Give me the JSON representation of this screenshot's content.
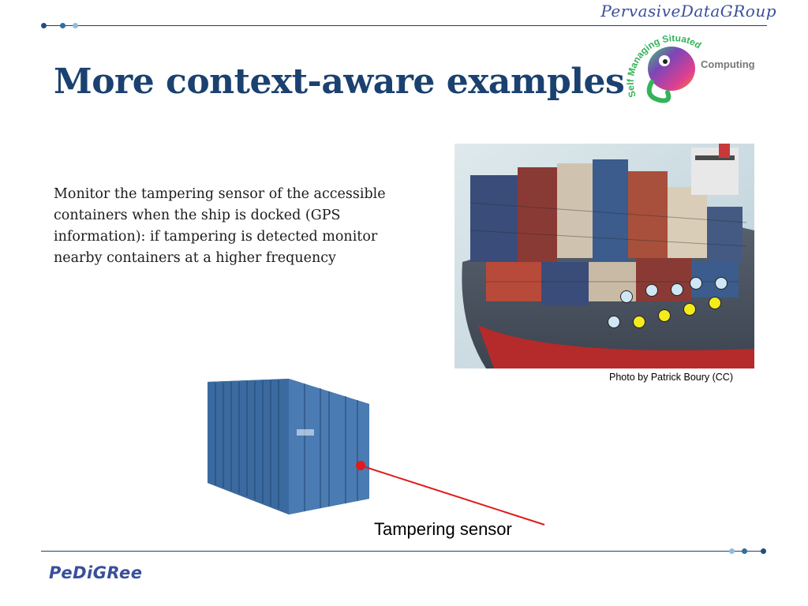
{
  "header": {
    "brand": "PervasiveDataGRoup"
  },
  "logo": {
    "arc_text": "Self Managing Situated",
    "tail_text": "Computing",
    "colors": {
      "lizard_pink": "#e0408f",
      "lizard_purple": "#7b46b8",
      "lizard_green": "#34b35a",
      "text_orange": "#f08a1c",
      "text_gray": "#777777"
    }
  },
  "slide": {
    "title": "More context-aware examples",
    "body": "Monitor the tampering sensor of the accessible containers when the ship is docked (GPS information): if tampering is detected monitor nearby containers at a higher frequency"
  },
  "photo": {
    "credit": "Photo by Patrick Boury (CC)",
    "sensor_dot_colors": {
      "light": "#cfe6f5",
      "yellow": "#f5eb1c"
    }
  },
  "container": {
    "sensor_label": "Tampering sensor",
    "sensor_color": "#e01b1b"
  },
  "footer": {
    "brand": "PeDiGRee"
  },
  "colors": {
    "title": "#1a4170",
    "rule": "#1f3f66",
    "dot_dark": "#1f5a8c",
    "dot_light": "#8bbde0"
  }
}
